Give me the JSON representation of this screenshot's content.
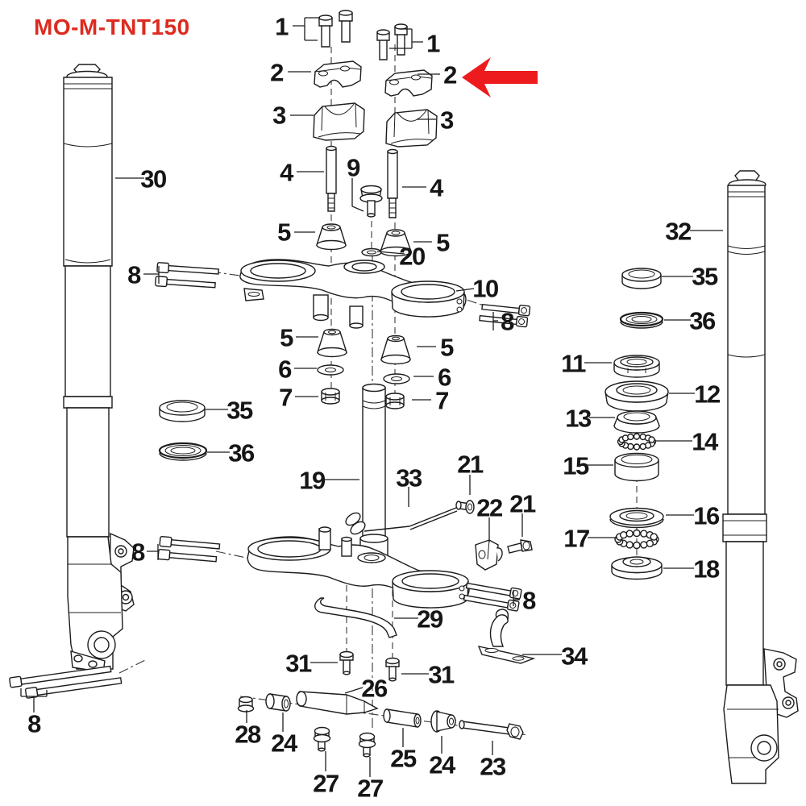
{
  "title": "MO-M-TNT150",
  "colors": {
    "title_red": "#dc2b1f",
    "arrow_red": "#ed1b1e",
    "line": "#1c1c1c"
  },
  "annotation": {
    "arrow_points_to_label": "2"
  },
  "callouts": [
    {
      "label": "1"
    },
    {
      "label": "1"
    },
    {
      "label": "2"
    },
    {
      "label": "2"
    },
    {
      "label": "3"
    },
    {
      "label": "3"
    },
    {
      "label": "4"
    },
    {
      "label": "9"
    },
    {
      "label": "4"
    },
    {
      "label": "5"
    },
    {
      "label": "5"
    },
    {
      "label": "20"
    },
    {
      "label": "8"
    },
    {
      "label": "10"
    },
    {
      "label": "8"
    },
    {
      "label": "30"
    },
    {
      "label": "32"
    },
    {
      "label": "35"
    },
    {
      "label": "36"
    },
    {
      "label": "5"
    },
    {
      "label": "6"
    },
    {
      "label": "7"
    },
    {
      "label": "5"
    },
    {
      "label": "6"
    },
    {
      "label": "7"
    },
    {
      "label": "35"
    },
    {
      "label": "36"
    },
    {
      "label": "11"
    },
    {
      "label": "12"
    },
    {
      "label": "13"
    },
    {
      "label": "14"
    },
    {
      "label": "15"
    },
    {
      "label": "16"
    },
    {
      "label": "17"
    },
    {
      "label": "18"
    },
    {
      "label": "19"
    },
    {
      "label": "33"
    },
    {
      "label": "21"
    },
    {
      "label": "22"
    },
    {
      "label": "21"
    },
    {
      "label": "8"
    },
    {
      "label": "8"
    },
    {
      "label": "29"
    },
    {
      "label": "34"
    },
    {
      "label": "31"
    },
    {
      "label": "31"
    },
    {
      "label": "26"
    },
    {
      "label": "8"
    },
    {
      "label": "28"
    },
    {
      "label": "24"
    },
    {
      "label": "27"
    },
    {
      "label": "27"
    },
    {
      "label": "25"
    },
    {
      "label": "24"
    },
    {
      "label": "23"
    }
  ]
}
